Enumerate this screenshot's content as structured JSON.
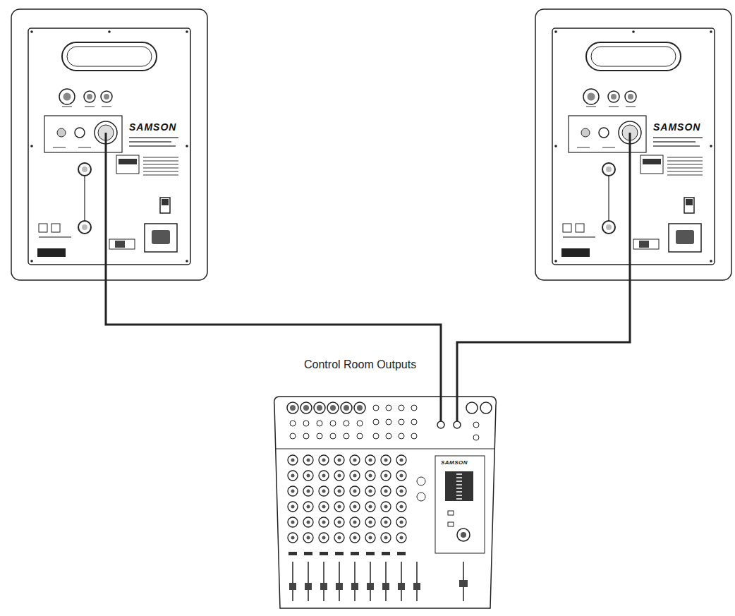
{
  "diagram": {
    "nodes": [
      {
        "text": [
          "SAMSON"
        ]
      },
      {
        "text": [
          "SAMSON"
        ]
      },
      {
        "text": [
          "SAMSON"
        ]
      }
    ],
    "edges": [
      {
        "from": 2,
        "to": 0,
        "arrow": "none"
      },
      {
        "from": 2,
        "to": 1,
        "arrow": "none"
      }
    ],
    "labels": [
      "Control Room Outputs"
    ]
  }
}
